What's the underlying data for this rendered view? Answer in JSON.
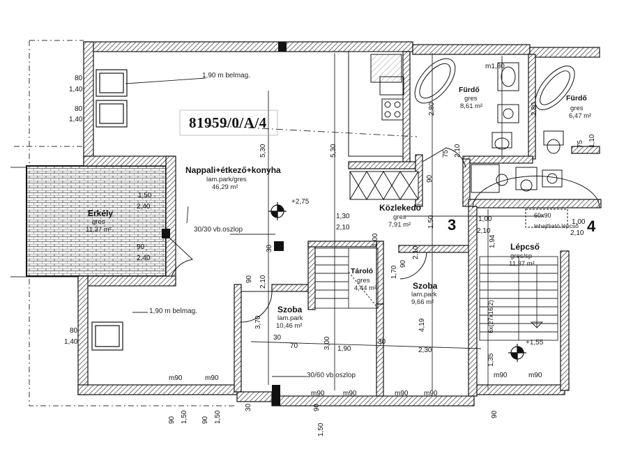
{
  "plan": {
    "parcel_id": "81959/0/A/4",
    "rooms": [
      {
        "name": "Nappali+étkező+konyha",
        "floor": "lam.park/gres",
        "area": "46,29 m²"
      },
      {
        "name": "Erkély",
        "floor": "gres",
        "area": "11,37 m²"
      },
      {
        "name": "Közlekedő",
        "floor": "gres",
        "area": "7,91 m²"
      },
      {
        "name": "Fürdő",
        "floor": "gres",
        "area": "8,61 m²"
      },
      {
        "name": "Fürdő",
        "floor": "gres",
        "area": "6,47 m²"
      },
      {
        "name": "Tároló",
        "floor": "gres",
        "area": "4,44 m²"
      },
      {
        "name": "Szoba",
        "floor": "lam.park",
        "area": "10,46 m²"
      },
      {
        "name": "Szoba",
        "floor": "lam.park",
        "area": "9,66 m²"
      },
      {
        "name": "Lépcső",
        "floor": "gres/sp",
        "area": "11,37 m²"
      }
    ],
    "notes": {
      "ceiling_top": "1,90 m belmag.",
      "ceiling_bottom": "1,90 m belmag.",
      "column_1": "30/30 vb.oszlop",
      "column_2": "30/60 vb.oszlop",
      "level_1": "+2,75",
      "level_2": "+1,55",
      "hatch": "lehajtható lépcső",
      "stair_steps": "6x(27x16,2)"
    },
    "markers": {
      "left": "3",
      "right": "4"
    },
    "dims": {
      "win1_w": "80",
      "win1_h": "1,40",
      "win2_w": "80",
      "win2_h": "1,40",
      "win3_w": "80",
      "win3_h": "1,40",
      "m180": "m1,80",
      "d_150a": "1,50",
      "d_240a": "2,40",
      "d_90a": "90",
      "d_240b": "2,40",
      "d_130": "1,30",
      "d_210a": "2,10",
      "d_100a": "1,00",
      "d_210b": "2,10",
      "d_100b": "1,00",
      "d_210c": "2,10",
      "d_6090": "60x90",
      "d_30a": "30",
      "d_70": "70",
      "d_190": "1,90",
      "d_230": "2,30",
      "d_30b": "30",
      "v_530a": "5,30",
      "v_530b": "5,30",
      "v_280a": "2,80",
      "v_280b": "2,80",
      "v_75a": "75",
      "v_210": "2,10",
      "v_75b": "75",
      "v_110": "1,10",
      "v_90a": "90",
      "v_150a": "1,50",
      "v_194": "1,94",
      "v_30a": "30",
      "v_90b": "90",
      "v_210b": "2,10",
      "v_210c": "2,10",
      "v_370": "3,70",
      "v_300": "3,00",
      "v_419": "4,19",
      "v_135": "1,35",
      "v_170": "1,70",
      "v_100": "1,00",
      "v_90c": "90",
      "m90_1": "m90",
      "m90_2": "m90",
      "m90_3": "m90",
      "m90_4": "m90",
      "m90_5": "m90",
      "m90_6": "m90",
      "m90_7": "m90",
      "b_90a": "90",
      "b_150a": "1,50",
      "b_90b": "90",
      "b_150b": "1,50",
      "b_90c": "90",
      "b_150c": "1,50",
      "b_30": "30",
      "b_90d": "90"
    }
  }
}
